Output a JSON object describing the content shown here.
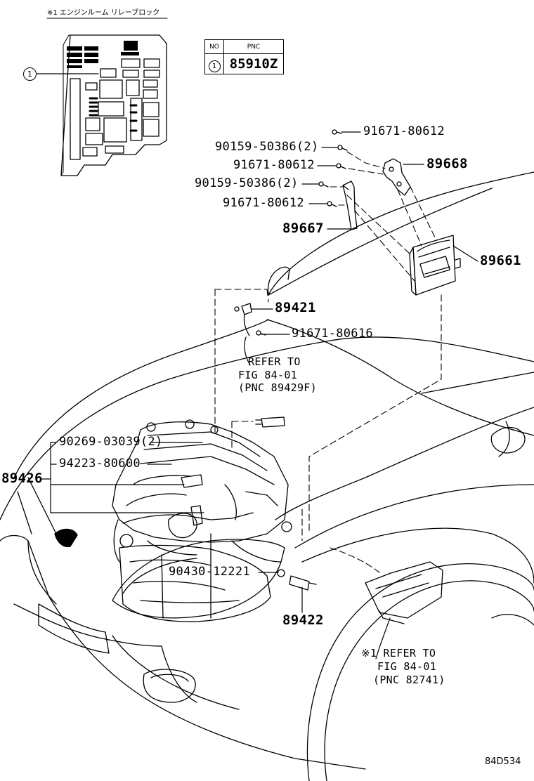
{
  "inset": {
    "caption": "※1 エンジンルーム リレーブロック",
    "callout": "1"
  },
  "pnc_table": {
    "headers": [
      "NO",
      "PNC"
    ],
    "rows": [
      {
        "no": "1",
        "pnc": "85910Z"
      }
    ]
  },
  "labels": {
    "p91671_80612_a": "91671-80612",
    "p90159_50386_a": "90159-50386(2)",
    "p91671_80612_b": "91671-80612",
    "p90159_50386_b": "90159-50386(2)",
    "p91671_80612_c": "91671-80612",
    "p89667": "89667",
    "p89668": "89668",
    "p89661": "89661",
    "p89421": "89421",
    "p91671_80616": "91671-80616",
    "refer1_line1": "REFER TO",
    "refer1_line2": "FIG 84-01",
    "refer1_line3": "(PNC 89429F)",
    "p90269_03039": "90269-03039(2)",
    "p94223_80600": "94223-80600",
    "p89426": "89426",
    "p90430_12221": "90430-12221",
    "p89422": "89422",
    "refer2_line1": "※1 REFER TO",
    "refer2_line2": "FIG 84-01",
    "refer2_line3": "(PNC 82741)",
    "figure_code": "84D534"
  }
}
